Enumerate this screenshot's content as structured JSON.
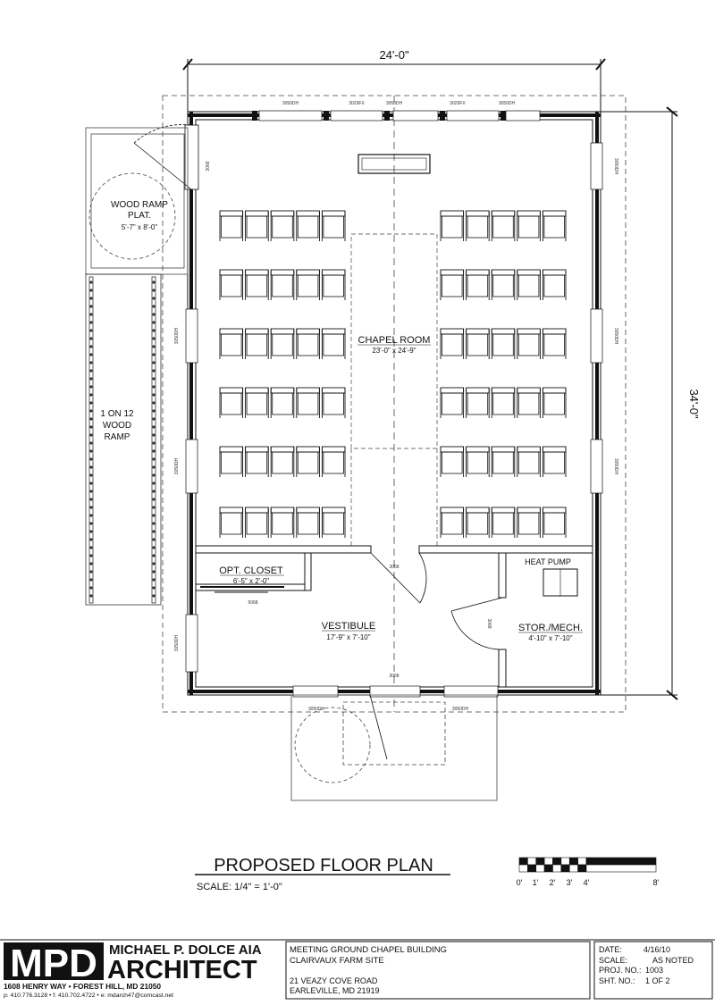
{
  "dimensions": {
    "width": "24'-0\"",
    "depth": "34'-0\""
  },
  "windows_top": [
    "3050DH",
    "3029FX",
    "3050DH",
    "3029FX",
    "3050DH"
  ],
  "window_tags": {
    "left_upper": "3050DH",
    "left_mid": "3050DH",
    "left_low": "3050DH",
    "right_upper": "3050DH",
    "right_mid": "3050DH",
    "right_low": "3050DH",
    "front_left": "3050DH",
    "front_right": "3050DH",
    "door_left_side": "3068",
    "door_chapel": "3068",
    "door_vestibule": "3068",
    "door_mech": "3068",
    "closet_door": "5068"
  },
  "rooms": {
    "chapel": {
      "name": "CHAPEL ROOM",
      "size": "23'-0\" x 24'-9\""
    },
    "closet": {
      "name": "OPT. CLOSET",
      "size": "6'-5\" x 2'-0\""
    },
    "vestibule": {
      "name": "VESTIBULE",
      "size": "17'-9\" x 7'-10\""
    },
    "mech": {
      "name": "STOR./MECH.",
      "size": "4'-10\" x 7'-10\""
    },
    "heat_pump": "HEAT PUMP",
    "ramp_plat": {
      "line1": "WOOD RAMP",
      "line2": "PLAT.",
      "size": "5'-7\" x 8'-0\""
    },
    "ramp": {
      "line1": "1 ON 12",
      "line2": "WOOD",
      "line3": "RAMP"
    }
  },
  "seating": {
    "rows_per_side": 6,
    "chairs_per_row": 5
  },
  "plan_title": "PROPOSED FLOOR PLAN",
  "scale_text": "SCALE: 1/4\" = 1'-0\"",
  "scale_bar_labels": [
    "0'",
    "1'",
    "2'",
    "3'",
    "4'",
    "8'"
  ],
  "title_block": {
    "logo": "MPD",
    "firm_name": "MICHAEL P. DOLCE AIA",
    "firm_title": "ARCHITECT",
    "address": "1608 HENRY WAY  •  FOREST HILL, MD 21050",
    "contact": "p: 410.776.3128  •  f: 410.702.4722  •  e: mdarch47@comcast.net",
    "project_line1": "MEETING GROUND CHAPEL BUILDING",
    "project_line2": "CLAIRVAUX FARM SITE",
    "site_line1": "21 VEAZY COVE ROAD",
    "site_line2": "EARLEVILLE, MD 21919",
    "date_label": "DATE:",
    "date_value": "4/16/10",
    "scale_label": "SCALE:",
    "scale_value": "AS NOTED",
    "proj_label": "PROJ. NO.:",
    "proj_value": "1003",
    "sht_label": "SHT. NO.:",
    "sht_value": "1 OF 2"
  }
}
